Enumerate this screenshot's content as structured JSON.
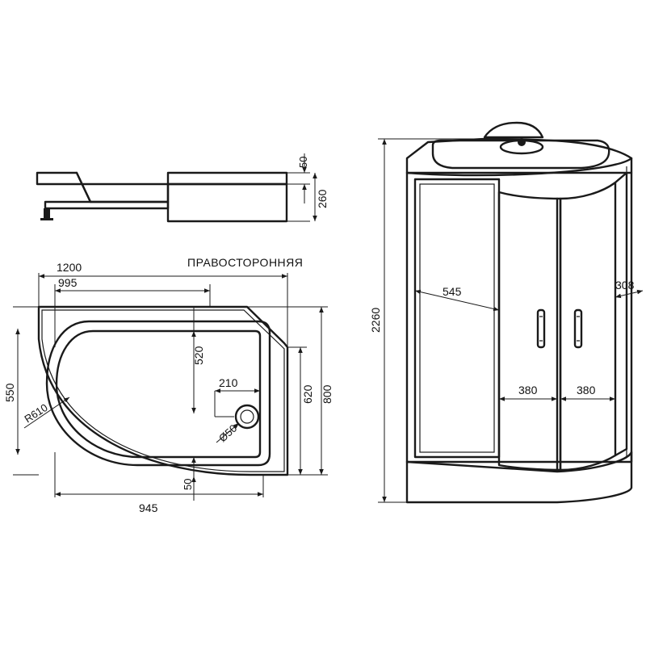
{
  "caption": "ПРАВОСТОРОННЯЯ",
  "side_view": {
    "dim_top_strip": "50",
    "dim_height": "260"
  },
  "plan_view": {
    "dim_total_width": "1200",
    "dim_inner_width": "995",
    "dim_depth_left": "550",
    "dim_radius": "R610",
    "dim_depth_inner": "520",
    "dim_drain_offset": "210",
    "dim_drain_diameter": "Ø50",
    "dim_drain_bottom": "50",
    "dim_depth_right_inner": "620",
    "dim_depth_total": "800",
    "dim_bottom_width": "945"
  },
  "front_view": {
    "dim_total_height": "2260",
    "dim_left_panel": "545",
    "dim_right_panel": "308",
    "dim_door_left": "380",
    "dim_door_right": "380"
  },
  "colors": {
    "line": "#1a1a1a",
    "background": "#ffffff"
  }
}
